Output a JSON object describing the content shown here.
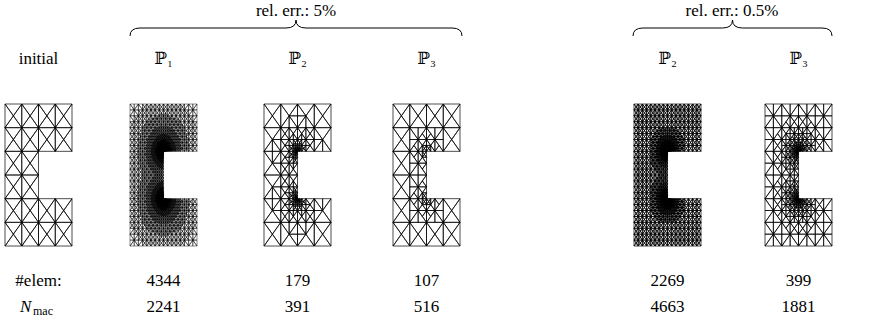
{
  "diagram": {
    "labels": [
      "rel. err.: 5%",
      "rel. err.: 0.5%",
      "initial",
      "ℙ₁",
      "ℙ₂",
      "ℙ₃",
      "ℙ₂",
      "ℙ₃",
      "#elem:",
      "4344",
      "179",
      "107",
      "2269",
      "399",
      "N",
      "mac",
      "2241",
      "391",
      "516",
      "4663",
      "1881"
    ]
  }
}
